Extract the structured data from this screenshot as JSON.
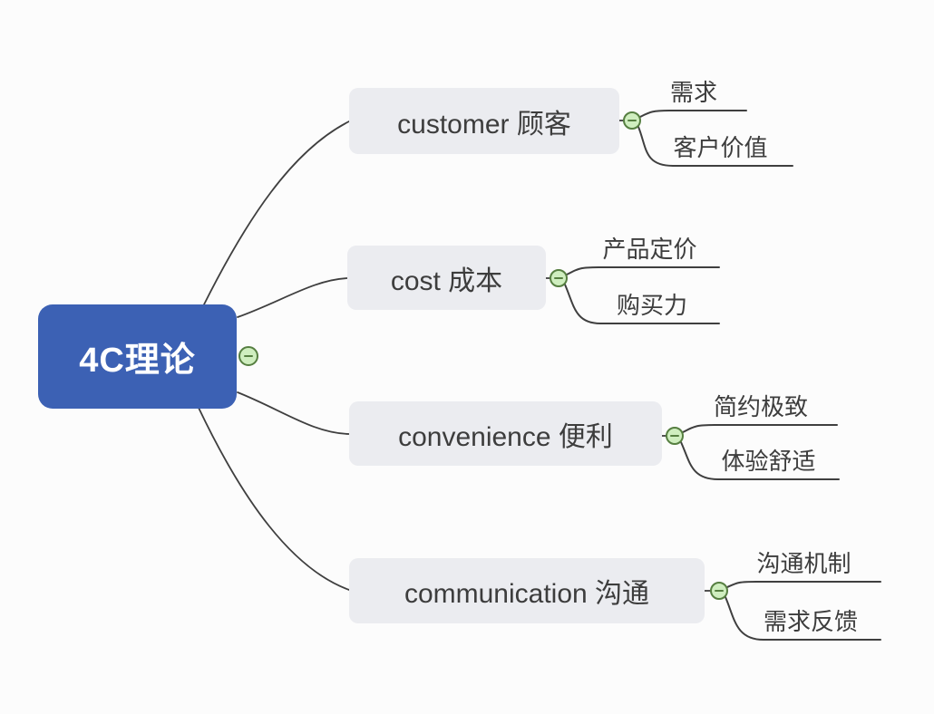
{
  "root": {
    "label": "4C理论"
  },
  "branches": [
    {
      "label": "customer 顾客",
      "children": [
        {
          "label": "需求"
        },
        {
          "label": "客户价值"
        }
      ]
    },
    {
      "label": "cost 成本",
      "children": [
        {
          "label": "产品定价"
        },
        {
          "label": "购买力"
        }
      ]
    },
    {
      "label": "convenience 便利",
      "children": [
        {
          "label": "简约极致"
        },
        {
          "label": "体验舒适"
        }
      ]
    },
    {
      "label": "communication 沟通",
      "children": [
        {
          "label": "沟通机制"
        },
        {
          "label": "需求反馈"
        }
      ]
    }
  ],
  "icons": {
    "collapse": "minus-icon"
  },
  "colors": {
    "background": "#fcfcfc",
    "root_bg": "#3c61b4",
    "root_text": "#ffffff",
    "branch_bg": "#ebecf0",
    "branch_text": "#3d3d3d",
    "line": "#3f3f3f",
    "collapse_fill": "#cfeebf",
    "collapse_border": "#567f41"
  }
}
